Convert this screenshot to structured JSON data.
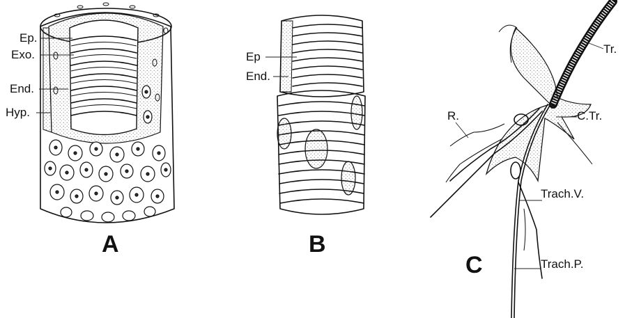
{
  "panels": {
    "a": {
      "letter": "A",
      "labels": {
        "ep": "Ep.",
        "exo": "Exo.",
        "end": "End.",
        "hyp": "Hyp."
      }
    },
    "b": {
      "letter": "B",
      "labels": {
        "ep": "Ep",
        "end": "End."
      }
    },
    "c": {
      "letter": "C",
      "labels": {
        "tr": "Tr.",
        "ctr": "C.Tr.",
        "r": "R.",
        "trachv": "Trach.V.",
        "trachp": "Trach.P."
      }
    }
  }
}
